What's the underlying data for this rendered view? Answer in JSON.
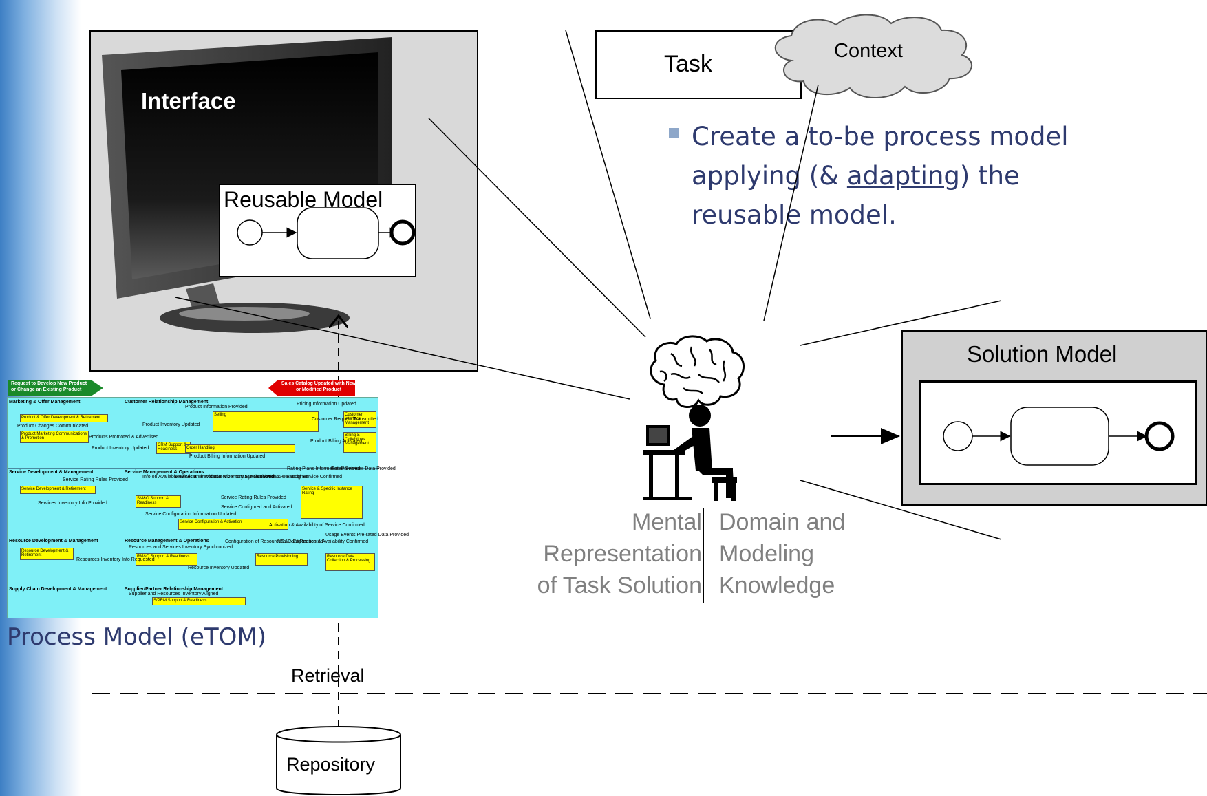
{
  "labels": {
    "interface": "Interface",
    "reusable_model": "Reusable Model",
    "task": "Task",
    "context": "Context",
    "bullet_line1": "Create a to-be process model",
    "bullet_line2_pre": "applying (& ",
    "bullet_line2_link": "adapting",
    "bullet_line2_post": ") the",
    "bullet_line3": "reusable model.",
    "solution_model": "Solution Model",
    "process_model": "Process Model (eTOM)",
    "mental_1": "Mental",
    "mental_2": "Representation",
    "mental_3": "of Task Solution",
    "domain_1": "Domain and",
    "domain_2": "Modeling",
    "domain_3": "Knowledge",
    "retrieval": "Retrieval",
    "repository": "Repository"
  },
  "etom": {
    "start_event": "Request to Develop New Product or Change an Existing Product",
    "end_event": "Sales Catalog Updated with New or Modified Product",
    "lanes": [
      "Marketing & Offer Management",
      "Customer Relationship Management",
      "Service Development & Management",
      "Service Management & Operations",
      "Resource Development & Management",
      "Resource Management & Operations",
      "Supply Chain Development & Management",
      "Supplier/Partner Relationship Management"
    ],
    "boxes": [
      "Product & Offer Development & Retirement",
      "Product Marketing Communications & Promotion",
      "Selling",
      "CRM Support & Readiness",
      "Order Handling",
      "Customer Interface Management",
      "Billing & Collections Management",
      "Service Development & Retirement",
      "SM&O Support & Readiness",
      "Service Configuration & Activation",
      "Service & Specific Instance Rating",
      "Resource Development & Retirement",
      "RM&O Support & Readiness",
      "Resource Provisioning",
      "Resource Data Collection & Processing",
      "S/PRM Support & Readiness"
    ],
    "flows": [
      "Product Information Provided",
      "Product Changes Communicated",
      "Product Inventory Updated",
      "Products Promoted & Advertised",
      "Product Inventory Updated",
      "Pricing Information Updated",
      "Customer Request Transmitted",
      "Product Billing Activated",
      "Product Billing Information Updated",
      "Service Rating Rules Provided",
      "Services Inventory Info Provided",
      "Info on Available Services Provided",
      "Services and Products Inventory Synchronized",
      "Service Instance Reserved & Pre-assigned",
      "Activation & Status of Service Confirmed",
      "Rating Plans Information Provided",
      "Rated Services Data Provided",
      "Service Rating Rules Provided",
      "Service Configured and Activated",
      "Service Configuration Information Updated",
      "Activation & Availability of Service Confirmed",
      "Resources and Services Inventory Synchronized",
      "Configuration of Resources & NEs Requested",
      "NEs Configuration & Availability Confirmed",
      "Usage Events Pre-rated Data Provided",
      "Resources Inventory Info Requested",
      "Resource Inventory Updated",
      "Supplier and Resources Inventory Aligned"
    ]
  }
}
